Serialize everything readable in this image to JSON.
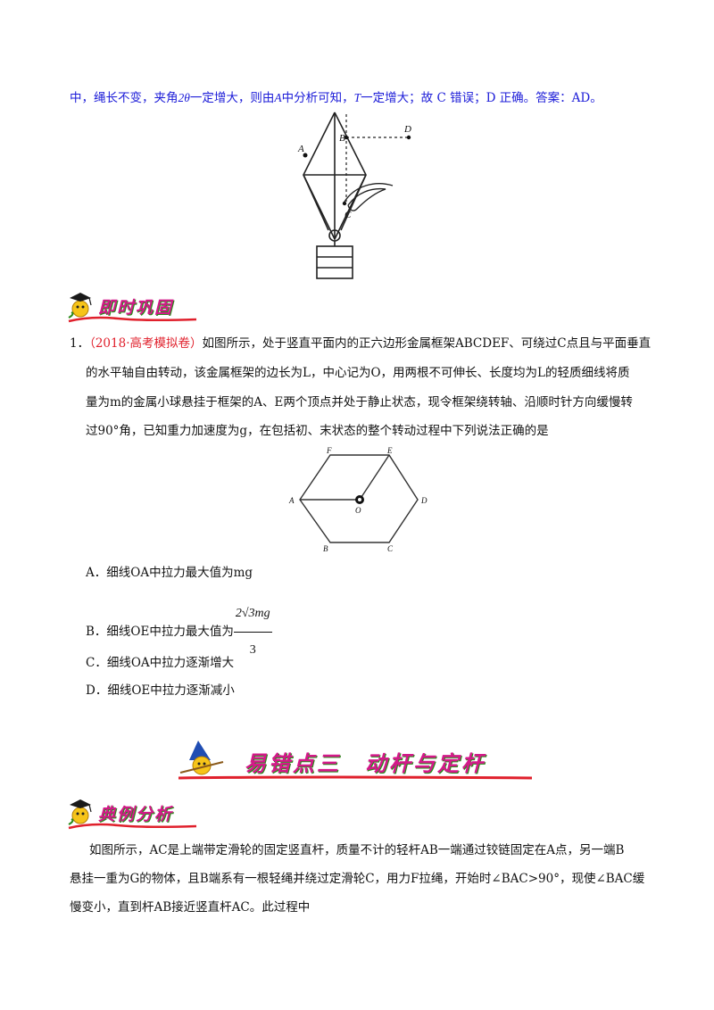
{
  "top_line": {
    "p1": "中，绳长不变，夹角",
    "theta": "2θ",
    "p2": "一定增大，则由",
    "a_var": "A",
    "p3": "中分析可知，",
    "t_var": "T",
    "p4": "一定增大；故 C 错误；D 正确。答案：AD。"
  },
  "fig1": {
    "labels": {
      "a": "A",
      "b": "B",
      "c": "C",
      "d": "D"
    }
  },
  "section1": {
    "title": "即时巩固"
  },
  "q1": {
    "num": "1．",
    "source": "（2018·高考模拟卷）",
    "line1": "如图所示，处于竖直平面内的正六边形金属框架ABCDEF、可绕过C点且与平面垂直",
    "line2": "的水平轴自由转动，该金属框架的边长为L，中心记为O，用两根不可伸长、长度均为L的轻质细线将质",
    "line3": "量为m的金属小球悬挂于框架的A、E两个顶点并处于静止状态，现令框架绕转轴、沿顺时针方向缓慢转",
    "line4": "过90°角，已知重力加速度为g，在包括初、末状态的整个转动过程中下列说法正确的是"
  },
  "hexfig": {
    "labels": {
      "a": "A",
      "b": "B",
      "c": "C",
      "d": "D",
      "e": "E",
      "f": "F",
      "o": "O"
    }
  },
  "options": {
    "a": "A．细线OA中拉力最大值为mg",
    "b_prefix": "B．细线OE中拉力最大值为",
    "b_num": "2√3mg",
    "b_den": "3",
    "c": "C．细线OA中拉力逐渐增大",
    "d": "D．细线OE中拉力逐渐减小"
  },
  "section3": {
    "title": "易错点三　动杆与定杆"
  },
  "section4": {
    "title": "典例分析"
  },
  "example": {
    "line1": "如图所示，AC是上端带定滑轮的固定竖直杆，质量不计的轻杆AB一端通过铰链固定在A点，另一端B",
    "line2": "悬挂一重为G的物体，且B端系有一根轻绳并绕过定滑轮C，用力F拉绳，开始时∠BAC>90°，现使∠BAC缓",
    "line3": "慢变小，直到杆AB接近竖直杆AC。此过程中"
  },
  "colors": {
    "blue": "#1c1cd8",
    "red": "#e0202c",
    "green": "#2a8a1a"
  }
}
